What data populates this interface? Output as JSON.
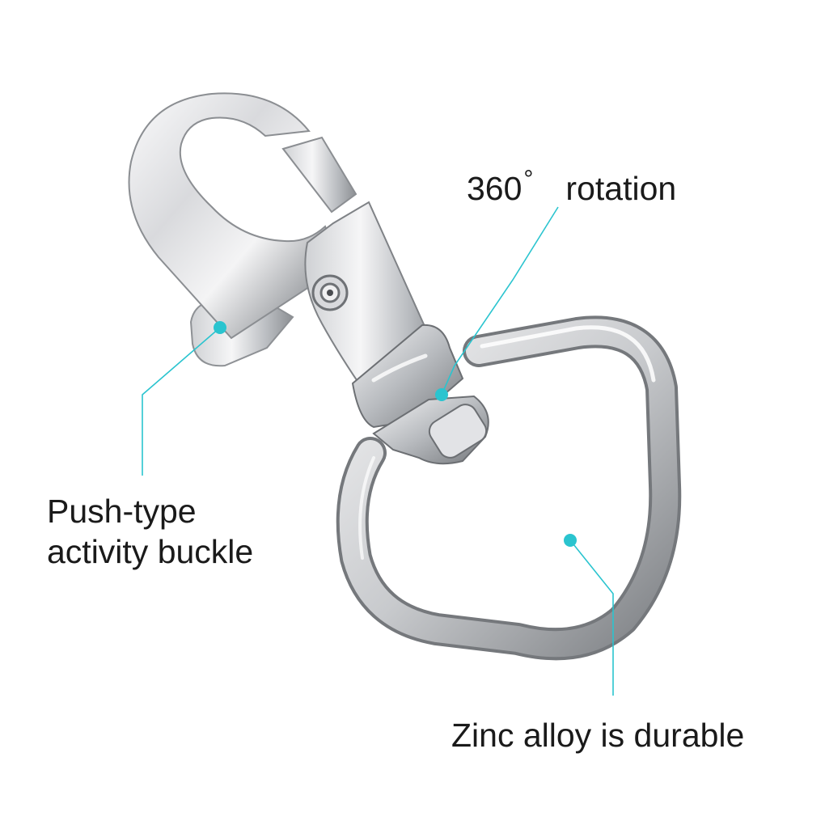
{
  "colors": {
    "callout": "#2ac4cf",
    "metal_light": "#f7f7f8",
    "metal_mid": "#c5c7cb",
    "metal_dark": "#6e7175",
    "text": "#1a1a1a"
  },
  "callouts": {
    "rotation": {
      "number": "360",
      "degree": "°",
      "word": "rotation"
    },
    "push_type": {
      "line1": "Push-type",
      "line2": "activity buckle"
    },
    "zinc": {
      "text": "Zinc alloy is durable"
    }
  }
}
